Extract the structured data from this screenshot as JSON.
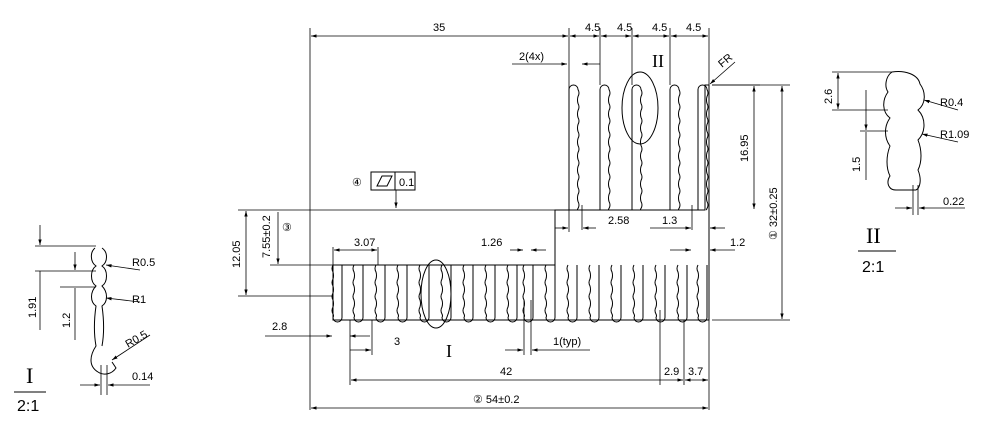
{
  "drawing": {
    "main_dims": {
      "d35": "35",
      "d45a": "4.5",
      "d45b": "4.5",
      "d45c": "4.5",
      "d45d": "4.5",
      "d2x4": "2(4x)",
      "dFR": "FR",
      "d1695": "16.95",
      "d32": "① 32±0.25",
      "d258": "2.58",
      "d13": "1.3",
      "d12": "1.2",
      "d307": "3.07",
      "d126": "1.26",
      "d1205": "12.05",
      "d755": "7.55±0.2",
      "d3mark": "③",
      "d28": "2.8",
      "d3": "3",
      "d1typ": "1(typ)",
      "d42": "42",
      "d29": "2.9",
      "d37": "3.7",
      "d54": "② 54±0.2"
    },
    "flatness": {
      "num": "④",
      "value": "0.1"
    },
    "detail_refs": {
      "one": "I",
      "two": "II"
    },
    "detail_one": {
      "title": "I",
      "scale": "2:1",
      "r05a": "R0.5",
      "r1": "R1",
      "r05b": "R0.5",
      "d191": "1.91",
      "d12": "1.2",
      "d014": "0.14"
    },
    "detail_two": {
      "title": "II",
      "scale": "2:1",
      "r04": "R0.4",
      "r109": "R1.09",
      "d26": "2.6",
      "d15": "1.5",
      "d022": "0.22"
    }
  }
}
